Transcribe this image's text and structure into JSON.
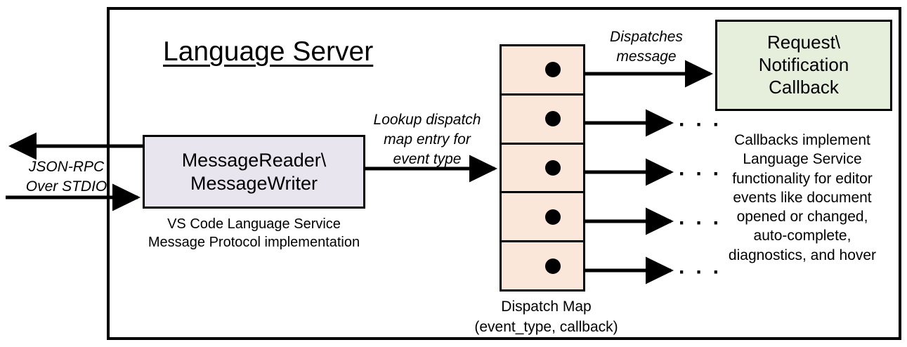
{
  "diagram": {
    "title": "Language Server",
    "outer_frame_name": "language-server-boundary"
  },
  "io": {
    "label_line1": "JSON-RPC",
    "label_line2": "Over STDIO",
    "outbound_arrow": "arrow-left-out",
    "inbound_arrow": "arrow-right-in"
  },
  "reader": {
    "title_line1": "MessageReader\\",
    "title_line2": "MessageWriter",
    "caption_line1": "VS Code Language Service",
    "caption_line2": "Message Protocol implementation",
    "fill": "#E8E5EF"
  },
  "lookup": {
    "line1": "Lookup dispatch",
    "line2": "map entry for",
    "line3": "event type"
  },
  "dispatch_map": {
    "caption_line1": "Dispatch Map",
    "caption_line2": "(event_type, callback)",
    "fill": "#FBE7DA",
    "rows": [
      {
        "dot": "dispatch-entry-dot",
        "trailing": ""
      },
      {
        "dot": "dispatch-entry-dot",
        "trailing": "· · ·"
      },
      {
        "dot": "dispatch-entry-dot",
        "trailing": "· · ·"
      },
      {
        "dot": "dispatch-entry-dot",
        "trailing": "· · ·"
      },
      {
        "dot": "dispatch-entry-dot",
        "trailing": "· · ·"
      }
    ]
  },
  "dispatches": {
    "line1": "Dispatches",
    "line2": "message"
  },
  "callback": {
    "title_line1": "Request\\",
    "title_line2": "Notification",
    "title_line3": "Callback",
    "fill": "#E6EEDC",
    "caption_lines": [
      "Callbacks implement",
      "Language Service",
      "functionality for editor",
      "events like document",
      "opened or changed,",
      "auto-complete,",
      "diagnostics, and hover"
    ]
  },
  "colors": {
    "stroke": "#000000",
    "background": "#FFFFFF"
  }
}
